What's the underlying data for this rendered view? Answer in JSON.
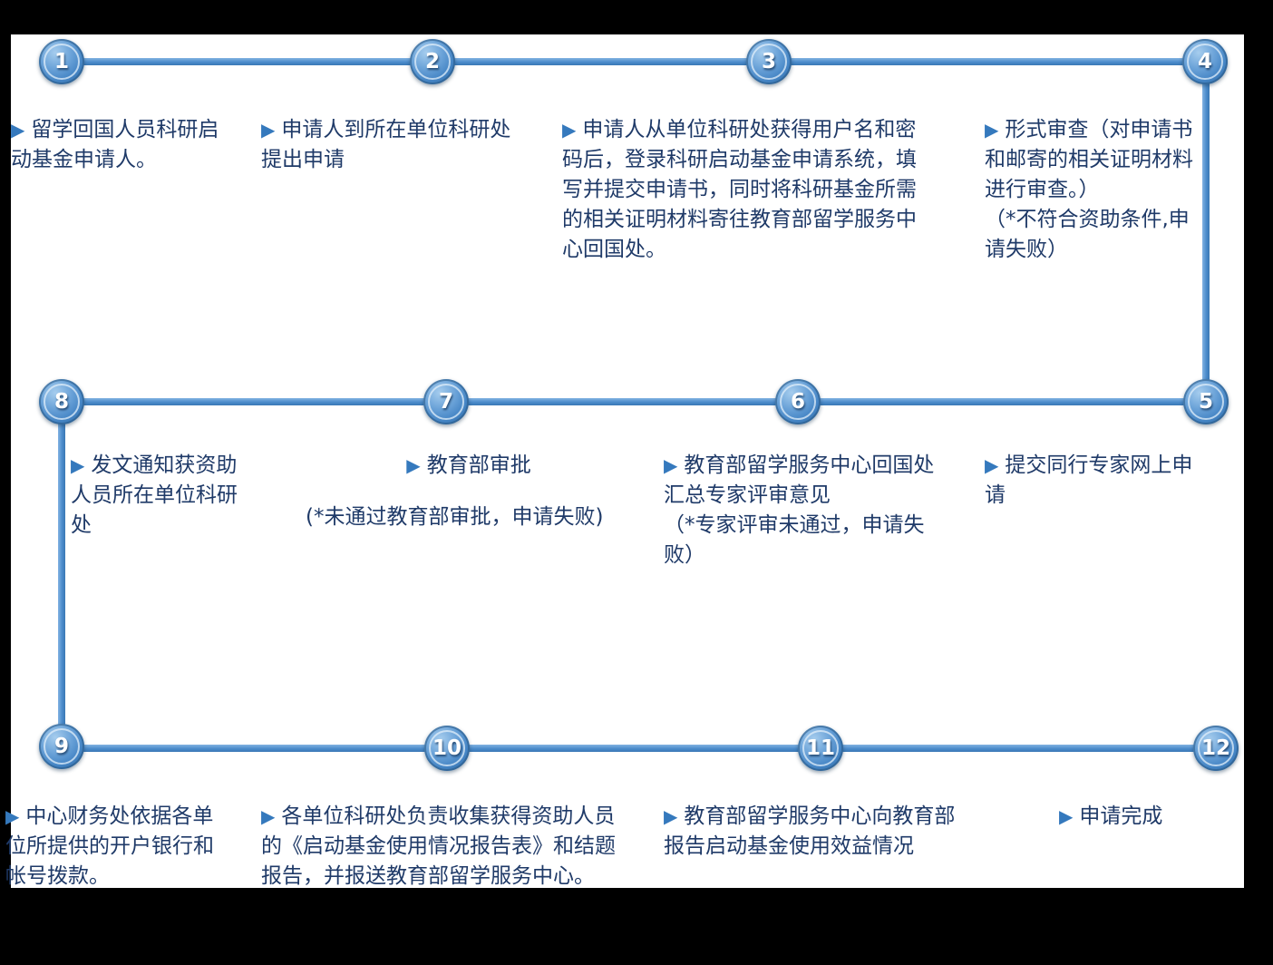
{
  "ui": {
    "bullet": "▶"
  },
  "colors": {
    "background_frame": "#000000",
    "canvas": "#ffffff",
    "connector_blue": "#4c8ccc",
    "node_blue": "#4484c4",
    "text_navy": "#1f3a68",
    "bullet_blue": "#3579bd"
  },
  "steps": [
    {
      "number": "1",
      "text": "留学回国人员科研启动基金申请人。"
    },
    {
      "number": "2",
      "text": "申请人到所在单位科研处提出申请"
    },
    {
      "number": "3",
      "text": "申请人从单位科研处获得用户名和密码后，登录科研启动基金申请系统，填写并提交申请书，同时将科研基金所需的相关证明材料寄往教育部留学服务中心回国处。"
    },
    {
      "number": "4",
      "text": "形式审查（对申请书和邮寄的相关证明材料进行审查。）",
      "note": "（*不符合资助条件,申请失败）"
    },
    {
      "number": "5",
      "text": "提交同行专家网上申请"
    },
    {
      "number": "6",
      "text": "教育部留学服务中心回国处汇总专家评审意见",
      "note": "（*专家评审未通过，申请失败）"
    },
    {
      "number": "7",
      "text": "教育部审批",
      "note": "(*未通过教育部审批，申请失败)"
    },
    {
      "number": "8",
      "text": "发文通知获资助人员所在单位科研处"
    },
    {
      "number": "9",
      "text": "中心财务处依据各单位所提供的开户银行和帐号拨款。"
    },
    {
      "number": "10",
      "text": "各单位科研处负责收集获得资助人员的《启动基金使用情况报告表》和结题报告，并报送教育部留学服务中心。"
    },
    {
      "number": "11",
      "text": "教育部留学服务中心向教育部报告启动基金使用效益情况"
    },
    {
      "number": "12",
      "text": "申请完成"
    }
  ]
}
